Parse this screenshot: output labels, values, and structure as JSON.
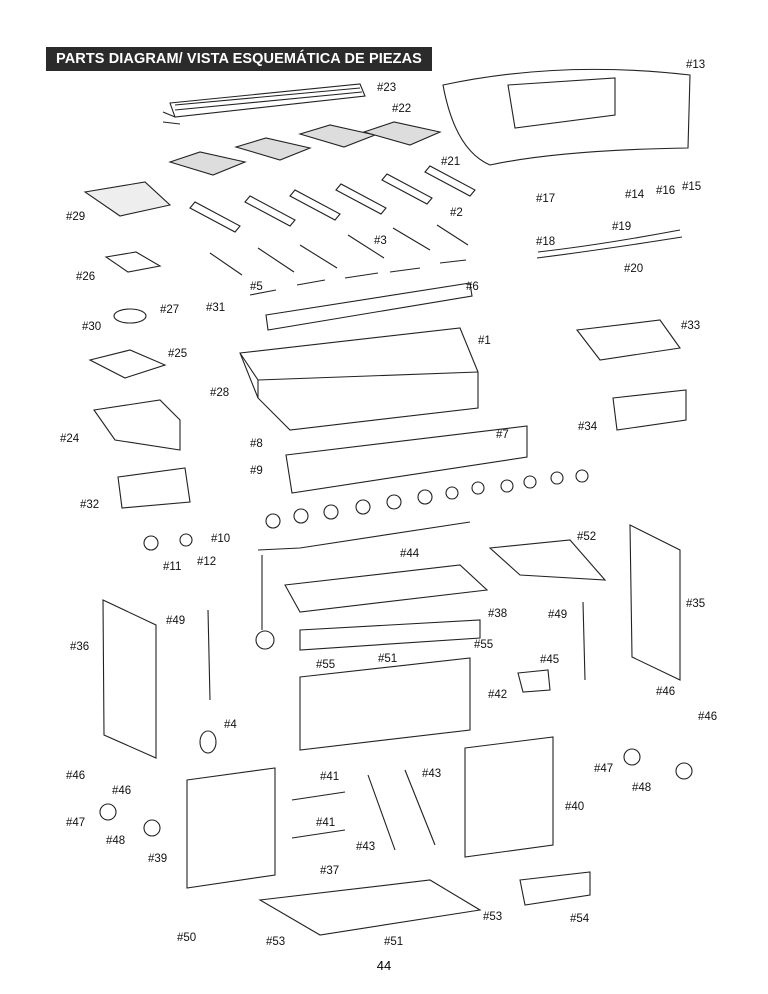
{
  "header": {
    "title": "PARTS DIAGRAM/ VISTA ESQUEMÁTICA DE PIEZAS"
  },
  "page_number": "44",
  "labels": [
    "#1",
    "#2",
    "#3",
    "#4",
    "#5",
    "#6",
    "#7",
    "#8",
    "#9",
    "#10",
    "#11",
    "#12",
    "#13",
    "#14",
    "#15",
    "#16",
    "#17",
    "#18",
    "#19",
    "#20",
    "#21",
    "#22",
    "#23",
    "#24",
    "#25",
    "#26",
    "#27",
    "#28",
    "#29",
    "#30",
    "#31",
    "#32",
    "#33",
    "#34",
    "#35",
    "#36",
    "#37",
    "#38",
    "#39",
    "#40",
    "#41",
    "#42",
    "#43",
    "#44",
    "#45",
    "#46",
    "#47",
    "#48",
    "#49",
    "#50",
    "#51",
    "#52",
    "#53",
    "#54",
    "#55"
  ]
}
